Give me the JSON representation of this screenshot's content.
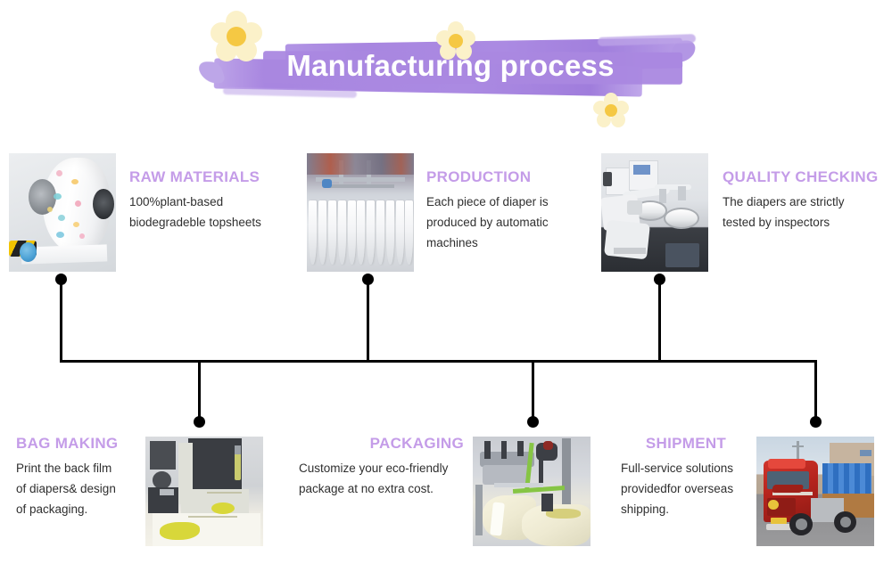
{
  "page": {
    "title": "Manufacturing process",
    "accent_purple": "#a98ae0",
    "heading_purple": "#c49ce8",
    "body_color": "#2f2f2f",
    "flower_petal": "#fbf1c9",
    "flower_core": "#f5c843",
    "connector_color": "#000000",
    "background": "#ffffff"
  },
  "steps_top": [
    {
      "id": "raw-materials",
      "heading": "RAW MATERIALS",
      "lines": [
        "100%plant-based",
        "biodegradeble topsheets"
      ],
      "image_alt": "film-roll-photo"
    },
    {
      "id": "production",
      "heading": "PRODUCTION",
      "lines": [
        "Each piece of diaper is",
        "produced by automatic",
        "machines"
      ],
      "image_alt": "diaper-production-line-photo"
    },
    {
      "id": "quality-checking",
      "heading": "QUALITY CHECKING",
      "lines": [
        "The diapers are strictly",
        "tested by inspectors"
      ],
      "image_alt": "lab-quality-inspection-photo"
    }
  ],
  "steps_bottom": [
    {
      "id": "bag-making",
      "heading": "BAG MAKING",
      "lines": [
        "Print the back film",
        "of diapers& design",
        "of packaging."
      ],
      "image_alt": "bag-making-machine-photo"
    },
    {
      "id": "packaging",
      "heading": "PACKAGING",
      "lines": [
        "Customize your eco-friendly",
        "package at no extra cost."
      ],
      "image_alt": "packaging-machine-photo"
    },
    {
      "id": "shipment",
      "heading": "SHIPMENT",
      "lines": [
        "Full-service solutions",
        "providedfor overseas",
        "shipping."
      ],
      "image_alt": "red-truck-shipment-photo"
    }
  ]
}
